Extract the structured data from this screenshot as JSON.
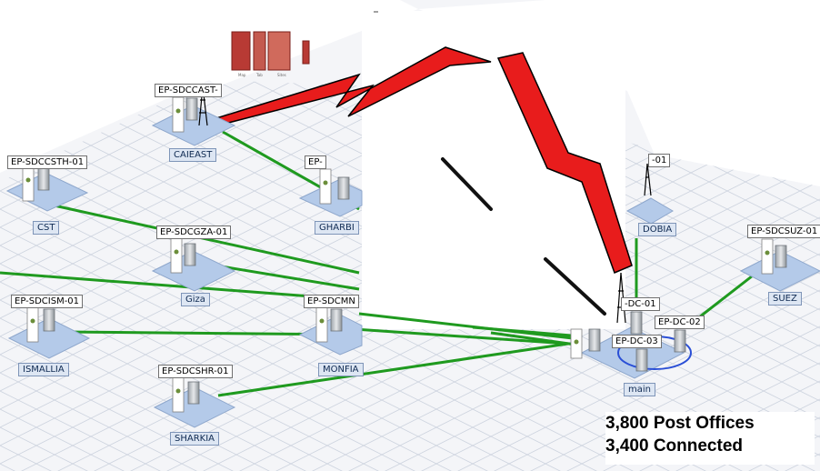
{
  "sites": [
    {
      "tag": "EP-SDCCAST-",
      "label": "CAIEAST"
    },
    {
      "tag": "EP-SDCCSTH-01",
      "label": "CST"
    },
    {
      "tag": "EP-",
      "label": "GHARBI"
    },
    {
      "tag": "EP-SDCGZA-01",
      "label": "Giza"
    },
    {
      "tag": "EP-SDCISM-01",
      "label": "ISMALLIA"
    },
    {
      "tag": "EP-SDCMN",
      "label": "MONFIA"
    },
    {
      "tag": "EP-SDCSHR-01",
      "label": "SHARKIA"
    },
    {
      "tag": "-01",
      "label": "DOBIA"
    },
    {
      "tag": "EP-SDCSUZ-01",
      "label": "SUEZ"
    }
  ],
  "main_site": {
    "label": "main",
    "servers": [
      "-DC-01",
      "EP-DC-02",
      "EP-DC-03"
    ]
  },
  "toolbar_thumbs": [
    "Map",
    "Tab",
    "Sites"
  ],
  "stats": {
    "line1": "3,800 Post Offices",
    "line2": "3,400 Connected"
  },
  "colors": {
    "link": "#1f9a1f",
    "platform": "#b4cae9",
    "lightning": "#e81c1c",
    "grid": "#cdd3de",
    "ring": "#2a4fd6"
  }
}
